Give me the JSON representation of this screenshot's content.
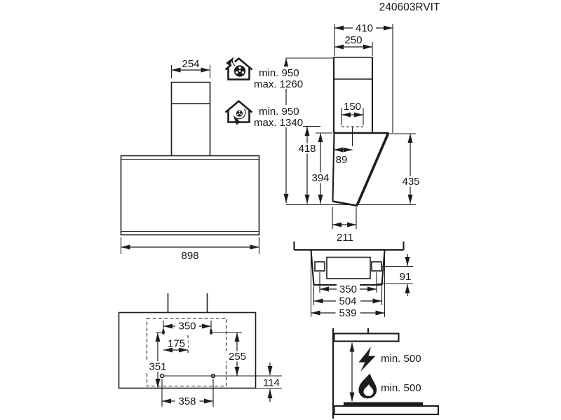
{
  "title": "240603RVIT",
  "front_view": {
    "chimney_width": "254",
    "body_width": "898"
  },
  "side_view": {
    "overall_depth": "410",
    "chimney_depth": "250",
    "duct_width": "150",
    "duct_center_offset": "89",
    "duct_to_bottom": "418",
    "front_height": "394",
    "panel_height": "435",
    "bottom_depth": "211"
  },
  "mounting_heights": {
    "extraction": {
      "min": "min. 950",
      "max": "max. 1260"
    },
    "recirculation": {
      "min": "min. 950",
      "max": "max. 1340"
    }
  },
  "bottom_view": {
    "lamp_spacing": "350",
    "inner_width": "504",
    "outer_width": "539",
    "lamp_depth": "91"
  },
  "wall_template": {
    "upper_holes_spacing": "350",
    "hole_to_center": "175",
    "left_height": "351",
    "rows_spacing": "255",
    "bottom_offset": "114",
    "lower_holes_spacing": "358"
  },
  "clearances": {
    "electric_hob": "min. 500",
    "gas_hob": "min. 500"
  },
  "icons": {
    "extraction": "house-exhaust-fan-icon",
    "recirculation": "house-recirculation-fan-icon",
    "electric": "lightning-icon",
    "gas": "flame-icon"
  },
  "colors": {
    "line": "#1c1c1c",
    "background": "#ffffff"
  }
}
